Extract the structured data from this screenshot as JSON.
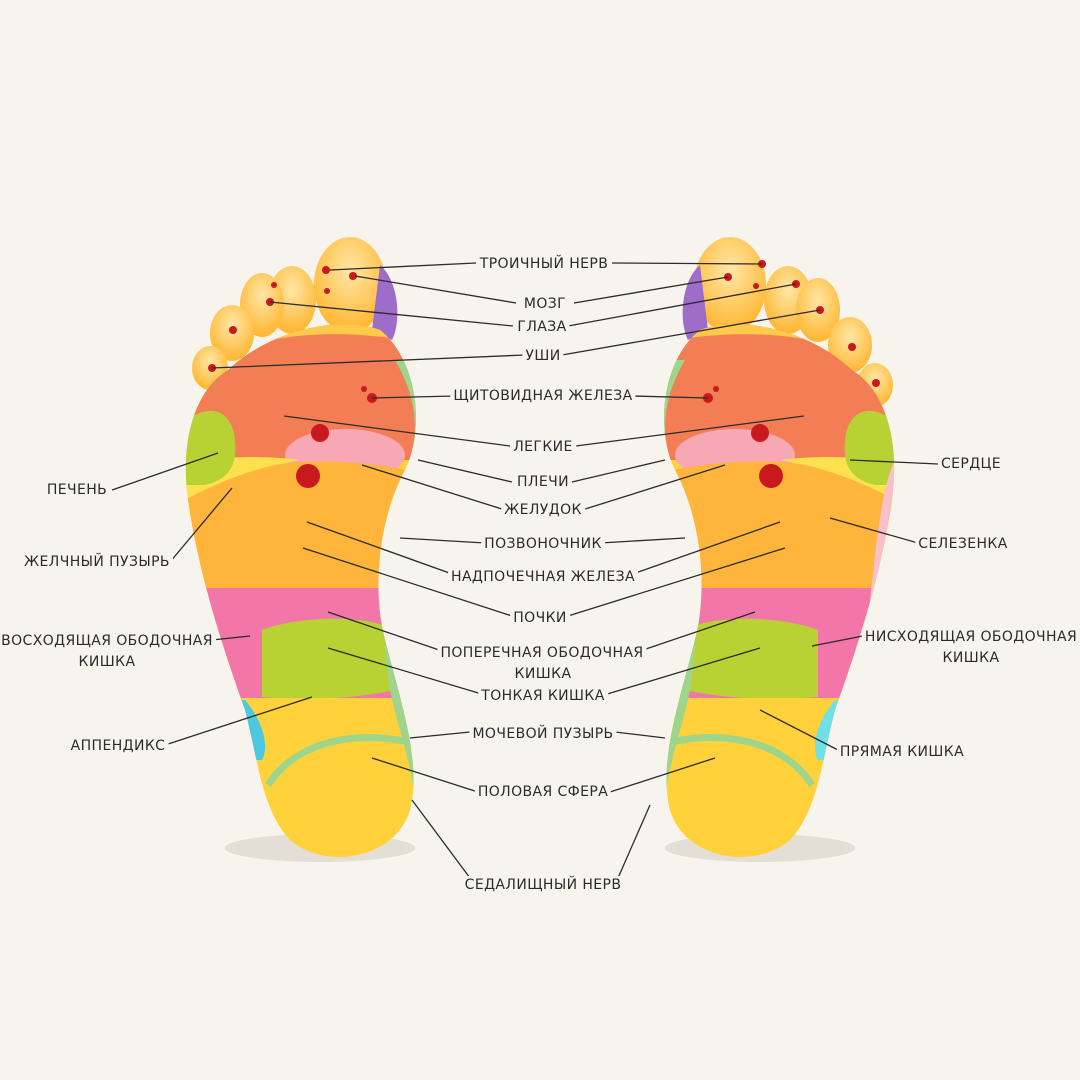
{
  "labels": {
    "trigeminal": "ТРОИЧНЫЙ НЕРВ",
    "brain": "МОЗГ",
    "eyes": "ГЛАЗА",
    "ears": "УШИ",
    "thyroid": "ЩИТОВИДНАЯ ЖЕЛЕЗА",
    "lungs": "ЛЕГКИЕ",
    "shoulders": "ПЛЕЧИ",
    "stomach": "ЖЕЛУДОК",
    "spine": "ПОЗВОНОЧНИК",
    "adrenal": "НАДПОЧЕЧНАЯ ЖЕЛЕЗА",
    "kidneys": "ПОЧКИ",
    "transverse_colon_1": "ПОПЕРЕЧНАЯ ОБОДОЧНАЯ",
    "transverse_colon_2": "КИШКА",
    "small_intestine": "ТОНКАЯ КИШКА",
    "bladder": "МОЧЕВОЙ ПУЗЫРЬ",
    "genital": "ПОЛОВАЯ СФЕРА",
    "sciatic": "СЕДАЛИЩНЫЙ НЕРВ",
    "liver": "ПЕЧЕНЬ",
    "gallbladder": "ЖЕЛЧНЫЙ ПУЗЫРЬ",
    "ascending_colon_1": "ВОСХОДЯЩАЯ ОБОДОЧНАЯ",
    "ascending_colon_2": "КИШКА",
    "appendix": "АППЕНДИКС",
    "heart": "СЕРДЦЕ",
    "spleen": "СЕЛЕЗЕНКА",
    "descending_colon_1": "НИСХОДЯЩАЯ ОБОДОЧНАЯ",
    "descending_colon_2": "КИШКА",
    "rectum": "ПРЯМАЯ КИШКА"
  },
  "colors": {
    "background": "#f7f4ed",
    "toe_yellow": "#ffc94a",
    "head_orange": "#f37e55",
    "stomach_orange": "#ffb43c",
    "colon_pink": "#f276a8",
    "intestine_green": "#b8d234",
    "heel_yellow": "#ffd23c",
    "edge_green": "#9fd58a",
    "point_red": "#c8191e",
    "appendix_cyan": "#4ec8e0",
    "trigeminal_purple": "#9e6cc9",
    "leader_line": "#2b2b2b"
  }
}
